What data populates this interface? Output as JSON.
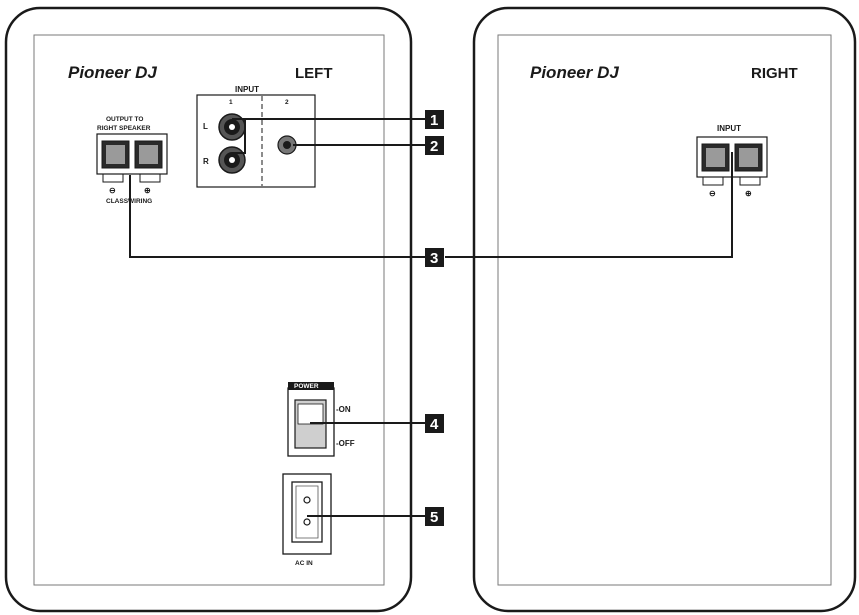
{
  "left_speaker": {
    "brand": "Pioneer DJ",
    "side_label": "LEFT",
    "input_label": "INPUT",
    "input_1": "1",
    "input_2": "2",
    "channel_l": "L",
    "channel_r": "R",
    "output_line1": "OUTPUT TO",
    "output_line2": "RIGHT SPEAKER",
    "polarity_minus": "⊖",
    "polarity_plus": "⊕",
    "output_sub_left": "CLASS",
    "output_sub_right": "WIRING",
    "power_label": "POWER",
    "power_on": "-ON",
    "power_off": "-OFF",
    "ac_in": "AC IN"
  },
  "right_speaker": {
    "brand": "Pioneer DJ",
    "side_label": "RIGHT",
    "input_label": "INPUT",
    "polarity_minus": "⊖",
    "polarity_plus": "⊕"
  },
  "callouts": [
    "1",
    "2",
    "3",
    "4",
    "5"
  ]
}
